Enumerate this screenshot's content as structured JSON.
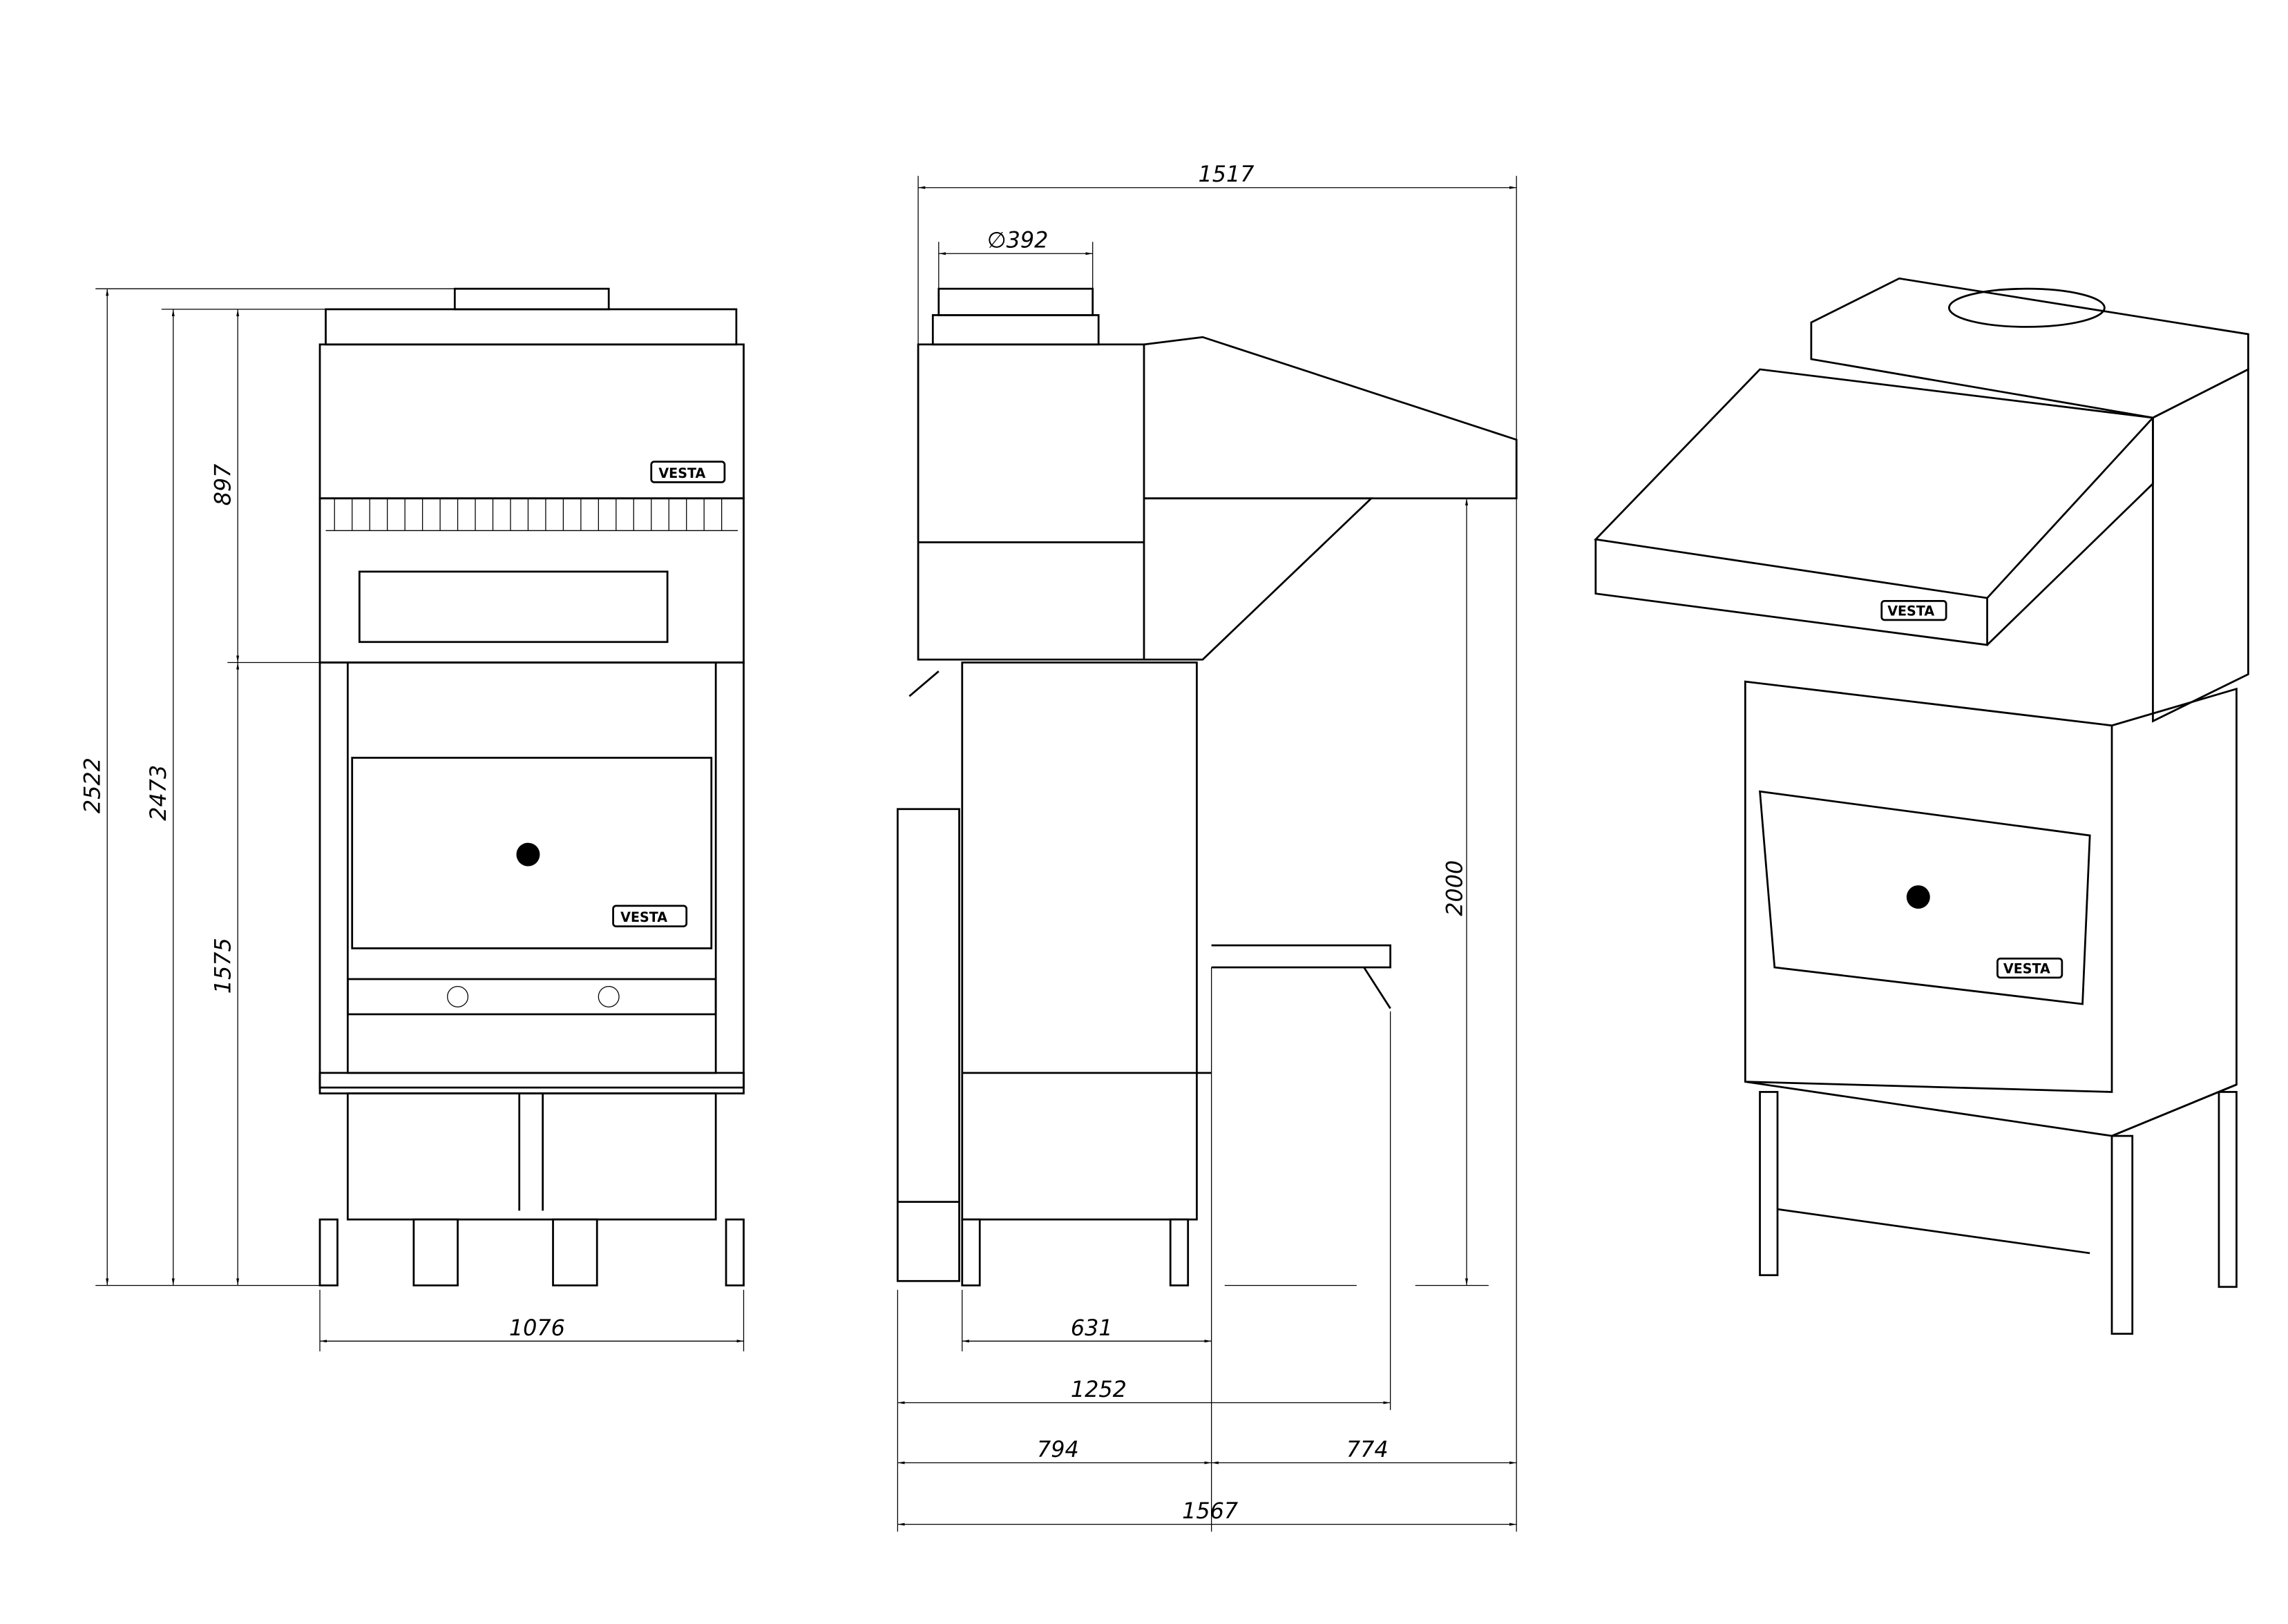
{
  "title": "VESTA grill with hood – dimension drawing",
  "brand_logo": "VESTA",
  "front_view": {
    "dims": {
      "overall_height": "2522",
      "body_height": "2473",
      "hood_height": "897",
      "base_height": "1575",
      "width": "1076"
    }
  },
  "side_view": {
    "dims": {
      "top_depth": "1517",
      "flue_diameter": "∅392",
      "hood_clearance": "2000",
      "body_depth": "631",
      "table_depth": "1252",
      "front_depth": "794",
      "rear_depth": "774",
      "overall_depth": "1567"
    }
  },
  "colors": {
    "line": "#000000",
    "background": "#ffffff"
  }
}
